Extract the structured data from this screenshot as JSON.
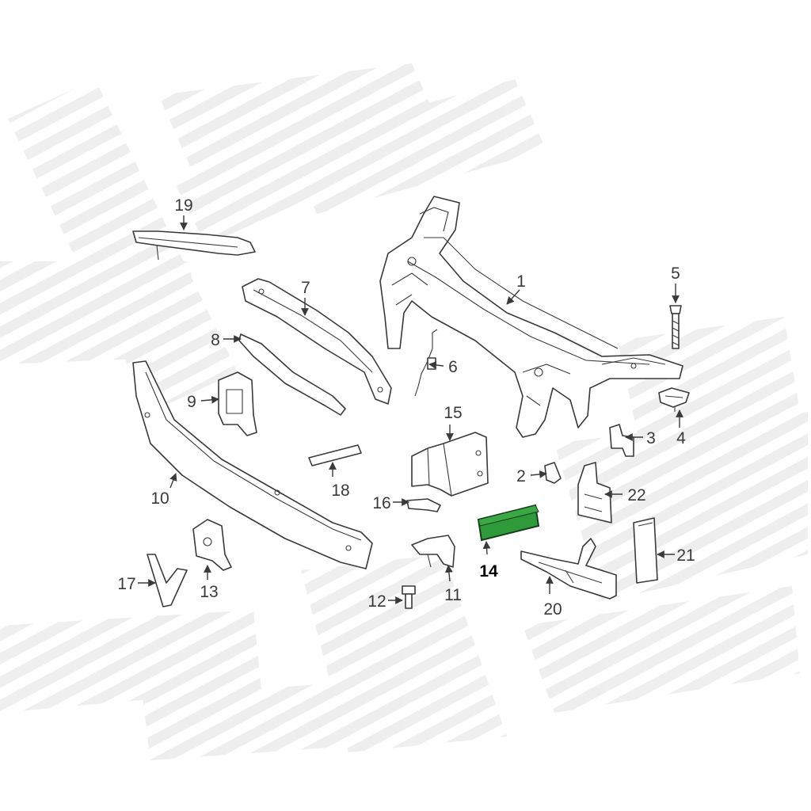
{
  "colors": {
    "line": "#3a3a3a",
    "highlight_fill": "#2f9a3a",
    "highlight_stroke": "#173d1c",
    "watermark": "#e9e9e9"
  },
  "callouts": [
    {
      "id": "1",
      "text": "1",
      "highlighted": false
    },
    {
      "id": "2",
      "text": "2",
      "highlighted": false
    },
    {
      "id": "3",
      "text": "3",
      "highlighted": false
    },
    {
      "id": "4",
      "text": "4",
      "highlighted": false
    },
    {
      "id": "5",
      "text": "5",
      "highlighted": false
    },
    {
      "id": "6",
      "text": "6",
      "highlighted": false
    },
    {
      "id": "7",
      "text": "7",
      "highlighted": false
    },
    {
      "id": "8",
      "text": "8",
      "highlighted": false
    },
    {
      "id": "9",
      "text": "9",
      "highlighted": false
    },
    {
      "id": "10",
      "text": "10",
      "highlighted": false
    },
    {
      "id": "11",
      "text": "11",
      "highlighted": false
    },
    {
      "id": "12",
      "text": "12",
      "highlighted": false
    },
    {
      "id": "13",
      "text": "13",
      "highlighted": false
    },
    {
      "id": "14",
      "text": "14",
      "highlighted": true
    },
    {
      "id": "15",
      "text": "15",
      "highlighted": false
    },
    {
      "id": "16",
      "text": "16",
      "highlighted": false
    },
    {
      "id": "17",
      "text": "17",
      "highlighted": false
    },
    {
      "id": "18",
      "text": "18",
      "highlighted": false
    },
    {
      "id": "19",
      "text": "19",
      "highlighted": false
    },
    {
      "id": "20",
      "text": "20",
      "highlighted": false
    },
    {
      "id": "21",
      "text": "21",
      "highlighted": false
    },
    {
      "id": "22",
      "text": "22",
      "highlighted": false
    }
  ]
}
